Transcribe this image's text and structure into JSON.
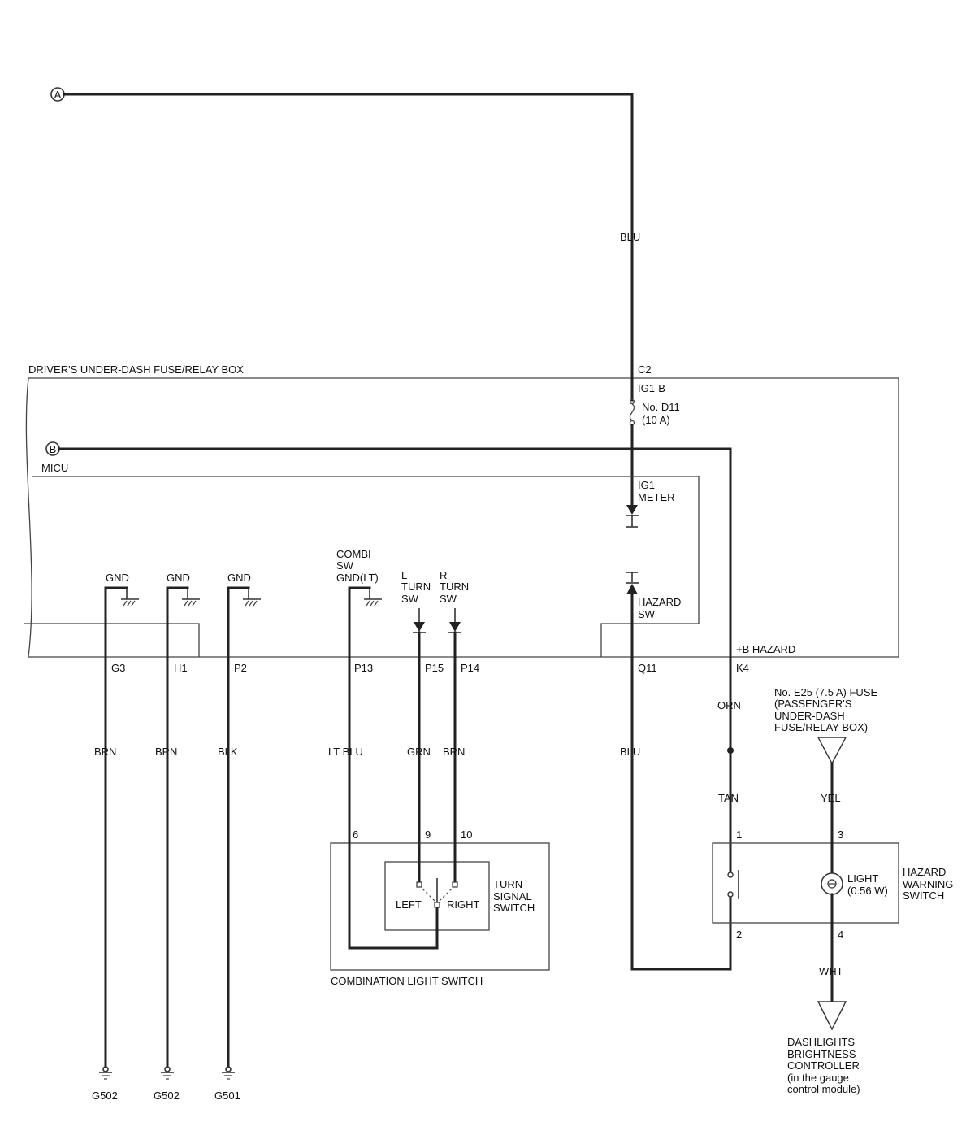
{
  "connectors": {
    "a": "A",
    "b": "B"
  },
  "boxes": {
    "fuse_relay_box": "DRIVER'S UNDER-DASH FUSE/RELAY BOX",
    "micu": "MICU",
    "combination_light_switch": "COMBINATION LIGHT SWITCH",
    "turn_signal_switch": [
      "TURN",
      "SIGNAL",
      "SWITCH"
    ],
    "hazard_warning_switch": [
      "HAZARD",
      "WARNING",
      "SWITCH"
    ]
  },
  "fuse": {
    "connector": "C2",
    "circuit": "IG1-B",
    "name": "No. D11",
    "rating": "(10 A)"
  },
  "micu_labels": {
    "ig1_meter": [
      "IG1",
      "METER"
    ],
    "hazard_sw": [
      "HAZARD",
      "SW"
    ],
    "b_hazard": "+B HAZARD",
    "gnd": "GND",
    "combi_sw_gnd": [
      "COMBI",
      "SW",
      "GND(LT)"
    ],
    "l_turn_sw": [
      "L",
      "TURN",
      "SW"
    ],
    "r_turn_sw": [
      "R",
      "TURN",
      "SW"
    ]
  },
  "pins": {
    "g3": "G3",
    "h1": "H1",
    "p2": "P2",
    "p13": "P13",
    "p15": "P15",
    "p14": "P14",
    "q11": "Q11",
    "k4": "K4",
    "cls_6": "6",
    "cls_9": "9",
    "cls_10": "10",
    "hws_1": "1",
    "hws_2": "2",
    "hws_3": "3",
    "hws_4": "4"
  },
  "wires": {
    "blu_top": "BLU",
    "brn_g3": "BRN",
    "brn_h1": "BRN",
    "blk_p2": "BLK",
    "ltblu_p13": "LT BLU",
    "grn_p15": "GRN",
    "brn_p14": "BRN",
    "blu_q11": "BLU",
    "orn_k4": "ORN",
    "tan": "TAN",
    "yel": "YEL",
    "wht": "WHT"
  },
  "switch_positions": {
    "left": "LEFT",
    "right": "RIGHT"
  },
  "light": [
    "LIGHT",
    "(0.56 W)"
  ],
  "fuse_e25": [
    "No. E25 (7.5 A) FUSE",
    "(PASSENGER'S",
    "UNDER-DASH",
    "FUSE/RELAY BOX)"
  ],
  "dashlights": [
    "DASHLIGHTS",
    "BRIGHTNESS",
    "CONTROLLER",
    "(in the gauge",
    "control module)"
  ],
  "grounds": {
    "g502_a": "G502",
    "g502_b": "G502",
    "g501": "G501"
  }
}
